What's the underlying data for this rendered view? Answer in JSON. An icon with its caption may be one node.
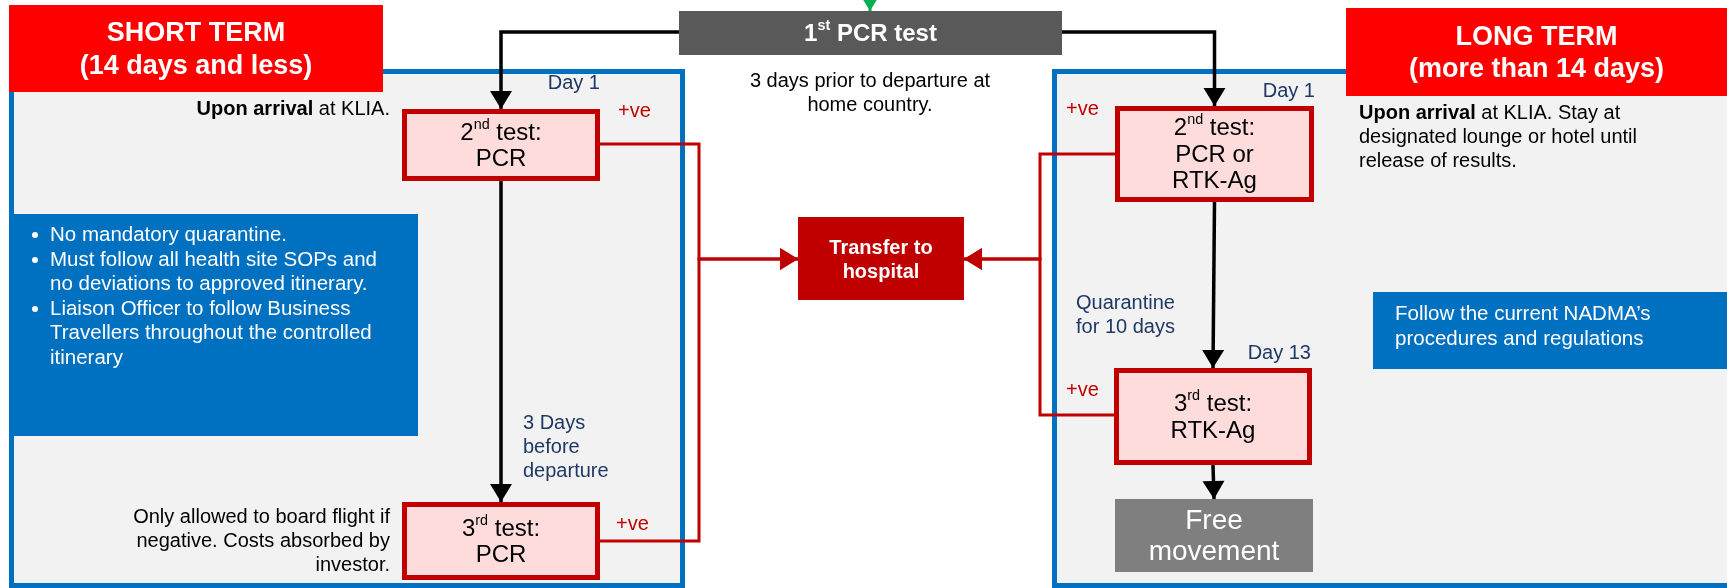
{
  "diagram": {
    "nodes": [
      {
        "text": [
          "SHORT TERM",
          "(14 days and less)"
        ]
      },
      {
        "text": [
          "1$^{st}$ PCR test"
        ],
        "beside": [
          "3 days prior to departure at home country."
        ]
      },
      {
        "text": [
          "LONG TERM",
          "(more than 14 days)"
        ]
      },
      {
        "text": [],
        "shape": "box"
      },
      {
        "text": [
          "2$^{nd}$ test: PCR"
        ],
        "in": 3,
        "beside": [
          "Day 1"
        ]
      },
      {
        "text": [
          "No mandatory quarantine.",
          "Must follow all health site SOPs and no deviations to approved itinerary.",
          "Liaison Officer to follow Business Travellers throughout the controlled itinerary"
        ],
        "in": 3
      },
      {
        "text": [
          "3$^{rd}$ test: PCR"
        ],
        "in": 3,
        "beside": [
          "Only allowed to board flight if negative. Costs absorbed by investor."
        ]
      },
      {
        "text": [
          "Transfer to hospital"
        ]
      },
      {
        "text": [],
        "shape": "box"
      },
      {
        "text": [
          "2$^{nd}$ test: PCR or RTK-Ag"
        ],
        "in": 8,
        "beside": [
          "Day 1"
        ]
      },
      {
        "text": [
          "Follow the current NADMA’s procedures and regulations"
        ],
        "in": 8
      },
      {
        "text": [
          "3$^{rd}$ test: RTK-Ag"
        ],
        "in": 8,
        "beside": [
          "Day 13"
        ]
      },
      {
        "text": [
          "Free movement"
        ],
        "in": 8
      }
    ],
    "edges": [
      {
        "from": null,
        "to": 1,
        "arrow": "to",
        "color": "#00b050"
      },
      {
        "from": 1,
        "to": 4,
        "arrow": "to"
      },
      {
        "from": 1,
        "to": 9,
        "arrow": "to"
      },
      {
        "from": 4,
        "to": 6,
        "arrow": "to",
        "label": "3 Days before departure"
      },
      {
        "from": 4,
        "to": 7,
        "arrow": "to",
        "label": "+ve",
        "color": "#c00000"
      },
      {
        "from": 6,
        "to": 7,
        "arrow": "to",
        "label": "+ve",
        "color": "#c00000"
      },
      {
        "from": 9,
        "to": 7,
        "arrow": "to",
        "label": "+ve",
        "color": "#c00000"
      },
      {
        "from": 11,
        "to": 7,
        "arrow": "to",
        "label": "+ve",
        "color": "#c00000"
      },
      {
        "from": 9,
        "to": 11,
        "arrow": "to",
        "label": "Quarantine for 10 days"
      },
      {
        "from": 11,
        "to": 12,
        "arrow": "to"
      }
    ],
    "labels": [
      "**Upon arrival** at KLIA.",
      "**Upon arrival** at KLIA. Stay at designated lounge or hotel until release of results."
    ]
  }
}
